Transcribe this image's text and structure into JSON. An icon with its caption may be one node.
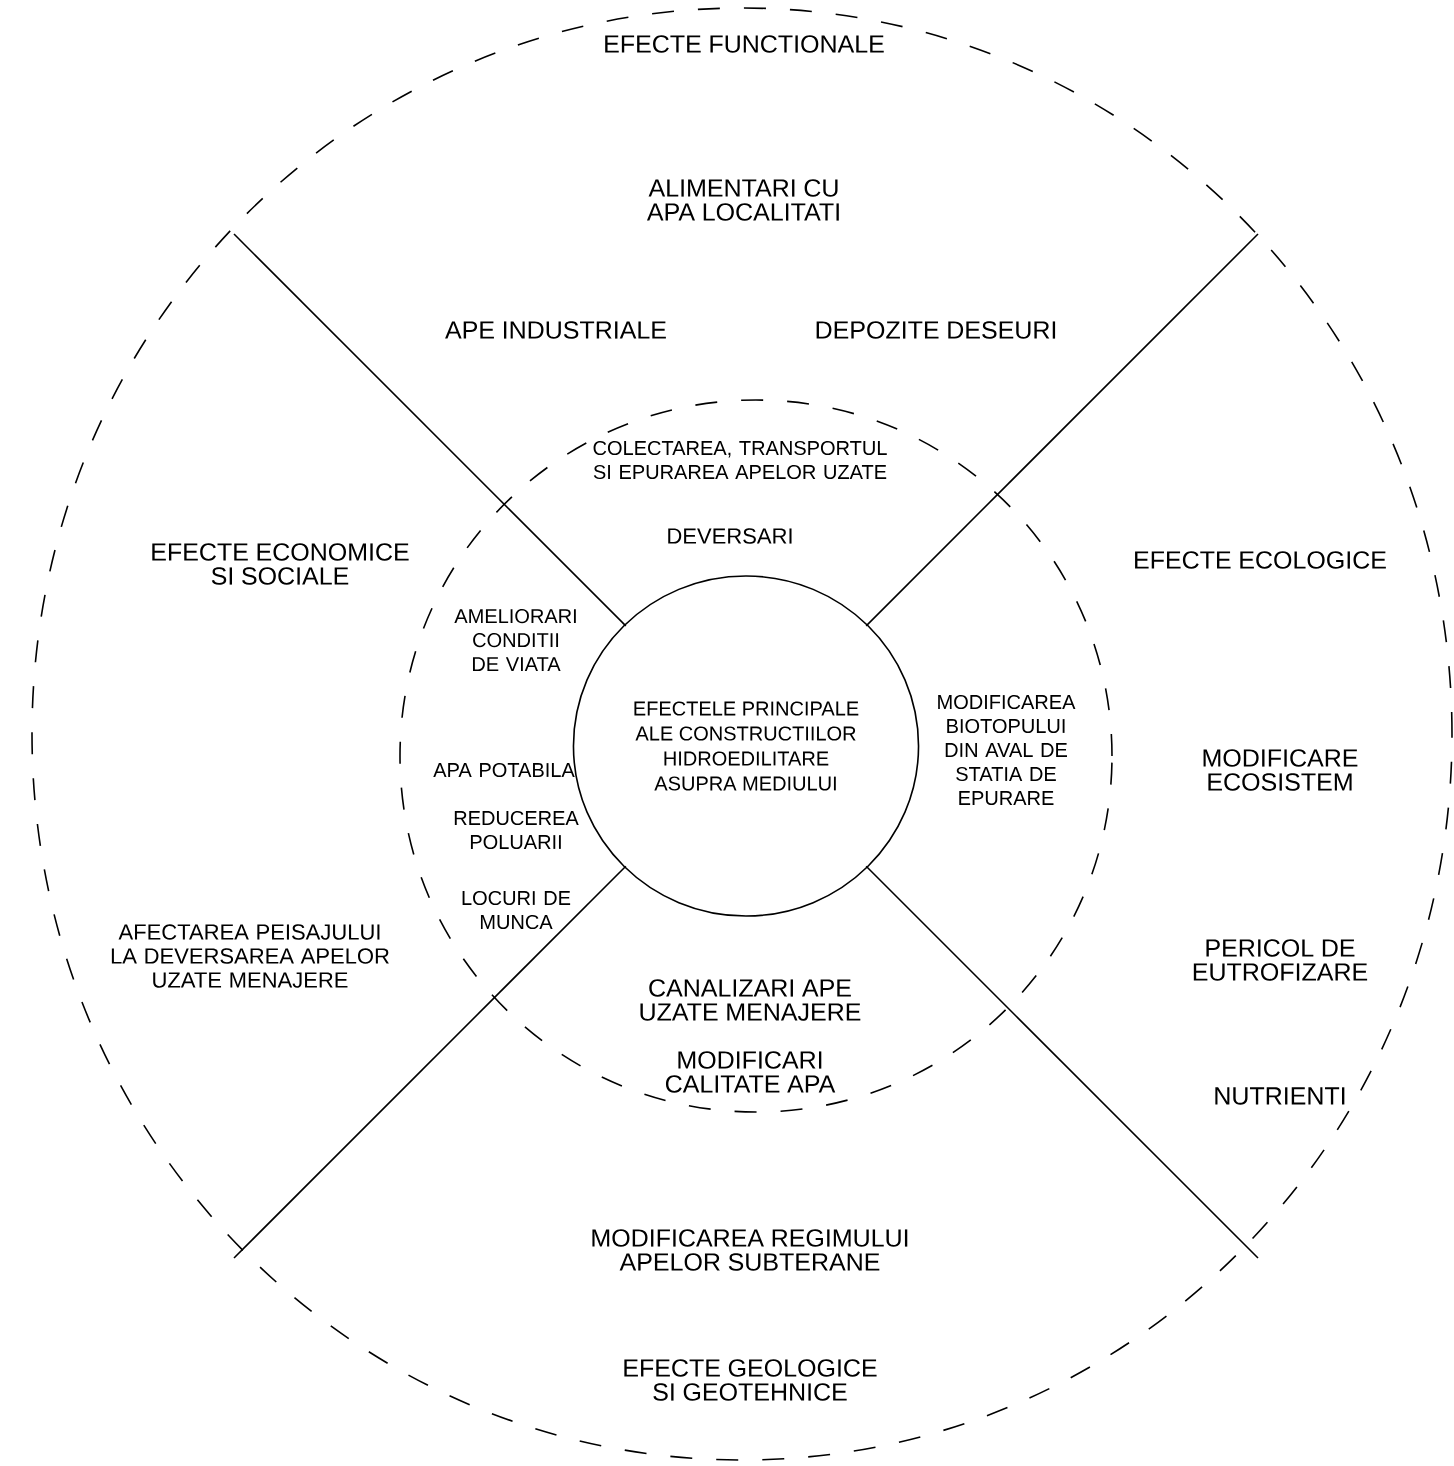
{
  "diagram": {
    "nodes": [
      {
        "text": [],
        "shape": "circle"
      },
      {
        "text": [],
        "shape": "circle",
        "in": 0
      },
      {
        "text": [
          "EFECTELE PRINCIPALE ALE CONSTRUCTIILOR HIDROEDILITARE ASUPRA MEDIULUI"
        ],
        "in": 1
      }
    ],
    "labels": [
      "EFECTE FUNCTIONALE",
      "ALIMENTARI CU APA LOCALITATI",
      "APE INDUSTRIALE",
      "DEPOZITE DESEURI",
      "COLECTAREA, TRANSPORTUL SI EPURAREA APELOR UZATE",
      "DEVERSARI",
      "EFECTE ECONOMICE SI SOCIALE",
      "AMELIORARI CONDITII DE VIATA",
      "APA POTABILA",
      "REDUCEREA POLUARII",
      "LOCURI DE MUNCA",
      "AFECTAREA PEISAJULUI LA DEVERSAREA APELOR UZATE MENAJERE",
      "EFECTE ECOLOGICE",
      "MODIFICAREA BIOTOPULUI DIN AVAL DE STATIA DE EPURARE",
      "MODIFICARE ECOSISTEM",
      "PERICOL DE EUTROFIZARE",
      "NUTRIENTI",
      "CANALIZARI APE UZATE MENAJERE",
      "MODIFICARI CALITATE APA",
      "MODIFICAREA REGIMULUI APELOR SUBTERANE",
      "EFECTE GEOLOGICE SI GEOTEHNICE"
    ]
  }
}
